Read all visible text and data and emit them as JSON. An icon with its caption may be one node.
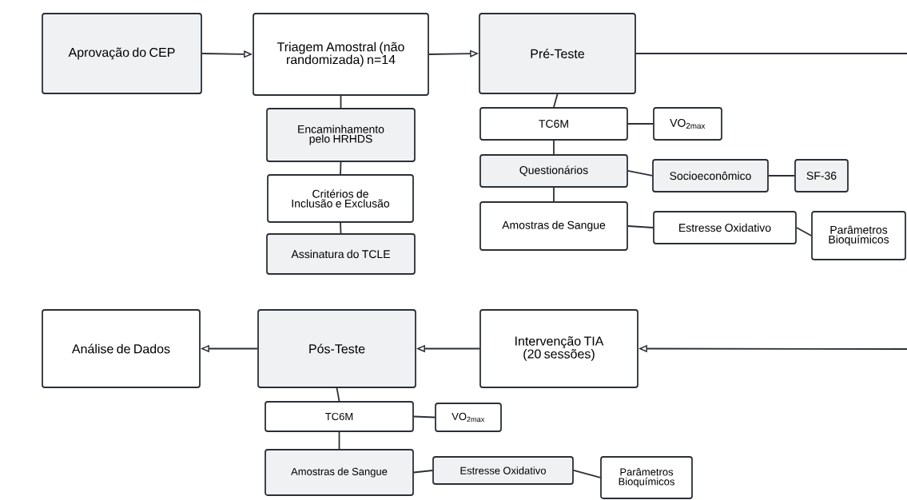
{
  "diagram": {
    "nodes": [
      {
        "text": [
          "Aprovação do CEP"
        ]
      },
      {
        "text": [
          "Triagem Amostral (não randomizada) n=14"
        ]
      },
      {
        "text": [
          "Pré-Teste"
        ]
      },
      {
        "text": [
          "Encaminhamento pelo HRHDS"
        ]
      },
      {
        "text": [
          "Critérios de Inclusão e Exclusão"
        ]
      },
      {
        "text": [
          "Assinatura do TCLE"
        ]
      },
      {
        "text": [
          "TC6M"
        ]
      },
      {
        "text": [
          "VO$_{2max}$"
        ]
      },
      {
        "text": [
          "Questionários"
        ]
      },
      {
        "text": [
          "Socioeconômico"
        ]
      },
      {
        "text": [
          "SF-36"
        ]
      },
      {
        "text": [
          "Amostras de Sangue"
        ]
      },
      {
        "text": [
          "Estresse Oxidativo"
        ]
      },
      {
        "text": [
          "Parâmetros Bioquímicos"
        ]
      },
      {
        "text": [
          "Análise de Dados"
        ]
      },
      {
        "text": [
          "Pós-Teste"
        ]
      },
      {
        "text": [
          "Intervenção TIA (20 sessões)"
        ]
      },
      {
        "text": [
          "TC6M"
        ]
      },
      {
        "text": [
          "VO$_{2max}$"
        ]
      },
      {
        "text": [
          "Amostras de Sangue"
        ]
      },
      {
        "text": [
          "Estresse Oxidativo"
        ]
      },
      {
        "text": [
          "Parâmetros Bioquímicos"
        ]
      }
    ],
    "edges": [
      {
        "from": 0,
        "to": 1,
        "arrow": "to"
      },
      {
        "from": 1,
        "to": 2,
        "arrow": "to"
      },
      {
        "from": 1,
        "to": 3,
        "arrow": "none"
      },
      {
        "from": 3,
        "to": 4,
        "arrow": "none"
      },
      {
        "from": 4,
        "to": 5,
        "arrow": "none"
      },
      {
        "from": 2,
        "to": null,
        "arrow": "none"
      },
      {
        "from": 2,
        "to": 6,
        "arrow": "none"
      },
      {
        "from": 6,
        "to": 7,
        "arrow": "none"
      },
      {
        "from": 6,
        "to": 8,
        "arrow": "none"
      },
      {
        "from": 8,
        "to": 9,
        "arrow": "none"
      },
      {
        "from": 9,
        "to": 10,
        "arrow": "none"
      },
      {
        "from": 8,
        "to": 11,
        "arrow": "none"
      },
      {
        "from": 11,
        "to": 12,
        "arrow": "none"
      },
      {
        "from": 12,
        "to": 13,
        "arrow": "none"
      },
      {
        "from": null,
        "to": 16,
        "arrow": "to"
      },
      {
        "from": 16,
        "to": 15,
        "arrow": "to"
      },
      {
        "from": 15,
        "to": 14,
        "arrow": "to"
      },
      {
        "from": 15,
        "to": 17,
        "arrow": "none"
      },
      {
        "from": 17,
        "to": 18,
        "arrow": "none"
      },
      {
        "from": 17,
        "to": 19,
        "arrow": "none"
      },
      {
        "from": 19,
        "to": 20,
        "arrow": "none"
      },
      {
        "from": 20,
        "to": 21,
        "arrow": "none"
      }
    ]
  }
}
